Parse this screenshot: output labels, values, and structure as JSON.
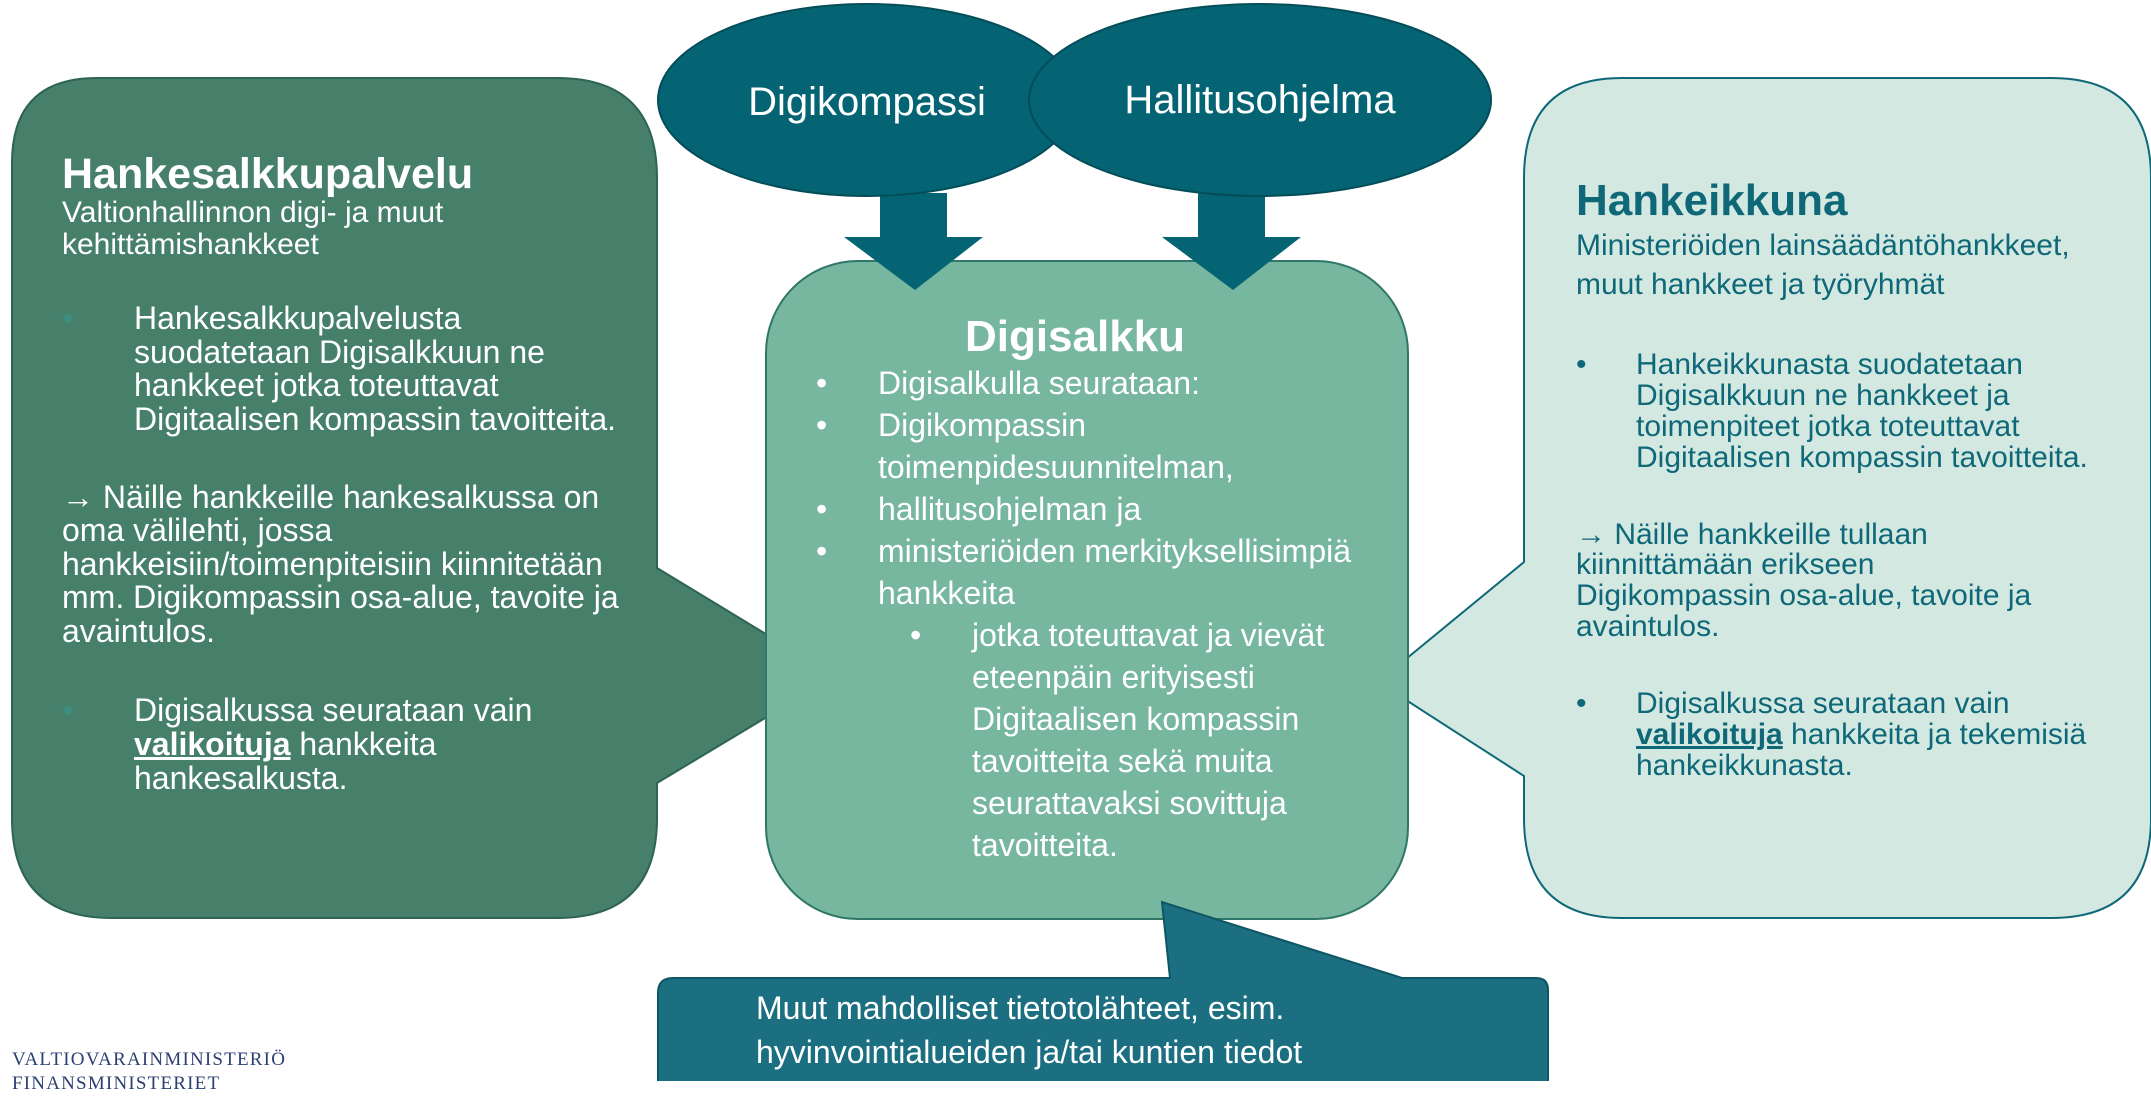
{
  "ellipses": {
    "left_label": "Digikompassi",
    "right_label": "Hallitusohjelma"
  },
  "left_box": {
    "title": "Hankesalkkupalvelu",
    "subtitle": "Valtionhallinnon digi- ja muut kehittämishankkeet",
    "bullet1": "Hankesalkkupalvelusta suodatetaan Digisalkkuun ne hankkeet jotka toteuttavat Digitaalisen kompassin tavoitteita.",
    "arrow_para": "→ Näille hankkeille hankesalkussa on oma välilehti, jossa hankkeisiin/toimenpiteisiin kiinnitetään mm. Digikompassin osa-alue, tavoite ja avaintulos.",
    "bullet2_pre": "Digisalkussa seurataan vain ",
    "bullet2_emph": "valikoituja",
    "bullet2_post": " hankkeita hankesalkusta."
  },
  "center_box": {
    "title": "Digisalkku",
    "items": [
      "Digisalkulla seurataan:",
      "Digikompassin toimenpidesuunnitelman,",
      "hallitusohjelman ja",
      "ministeriöiden merkityksellisimpiä hankkeita"
    ],
    "sub_item": "jotka toteuttavat ja vievät eteenpäin erityisesti Digitaalisen kompassin tavoitteita sekä muita seurattavaksi sovittuja tavoitteita."
  },
  "right_box": {
    "title": "Hankeikkuna",
    "subtitle": "Ministeriöiden lainsäädäntöhankkeet, muut hankkeet ja työryhmät",
    "bullet1": "Hankeikkunasta suodatetaan Digisalkkuun ne hankkeet ja toimenpiteet jotka toteuttavat Digitaalisen kompassin tavoitteita.",
    "arrow_para": "→ Näille hankkeille tullaan kiinnittämään erikseen Digikompassin osa-alue, tavoite ja avaintulos.",
    "bullet2_pre": "Digisalkussa seurataan vain ",
    "bullet2_emph": "valikoituja",
    "bullet2_post": " hankkeita ja tekemisiä hankeikkunasta."
  },
  "bottom_box": {
    "text": "Muut mahdolliset tietotolähteet, esim. hyvinvointialueiden ja/tai kuntien tiedot"
  },
  "logo": {
    "line1": "VALTIOVARAINMINISTERIÖ",
    "line2": "FINANSMINISTERIET"
  },
  "colors": {
    "left_box": "#46806a",
    "center_box": "#77b69f",
    "right_box": "#d4e8e2",
    "dark_teal": "#046474",
    "bottom_box": "#1b6f80",
    "right_text": "#0e6878"
  }
}
